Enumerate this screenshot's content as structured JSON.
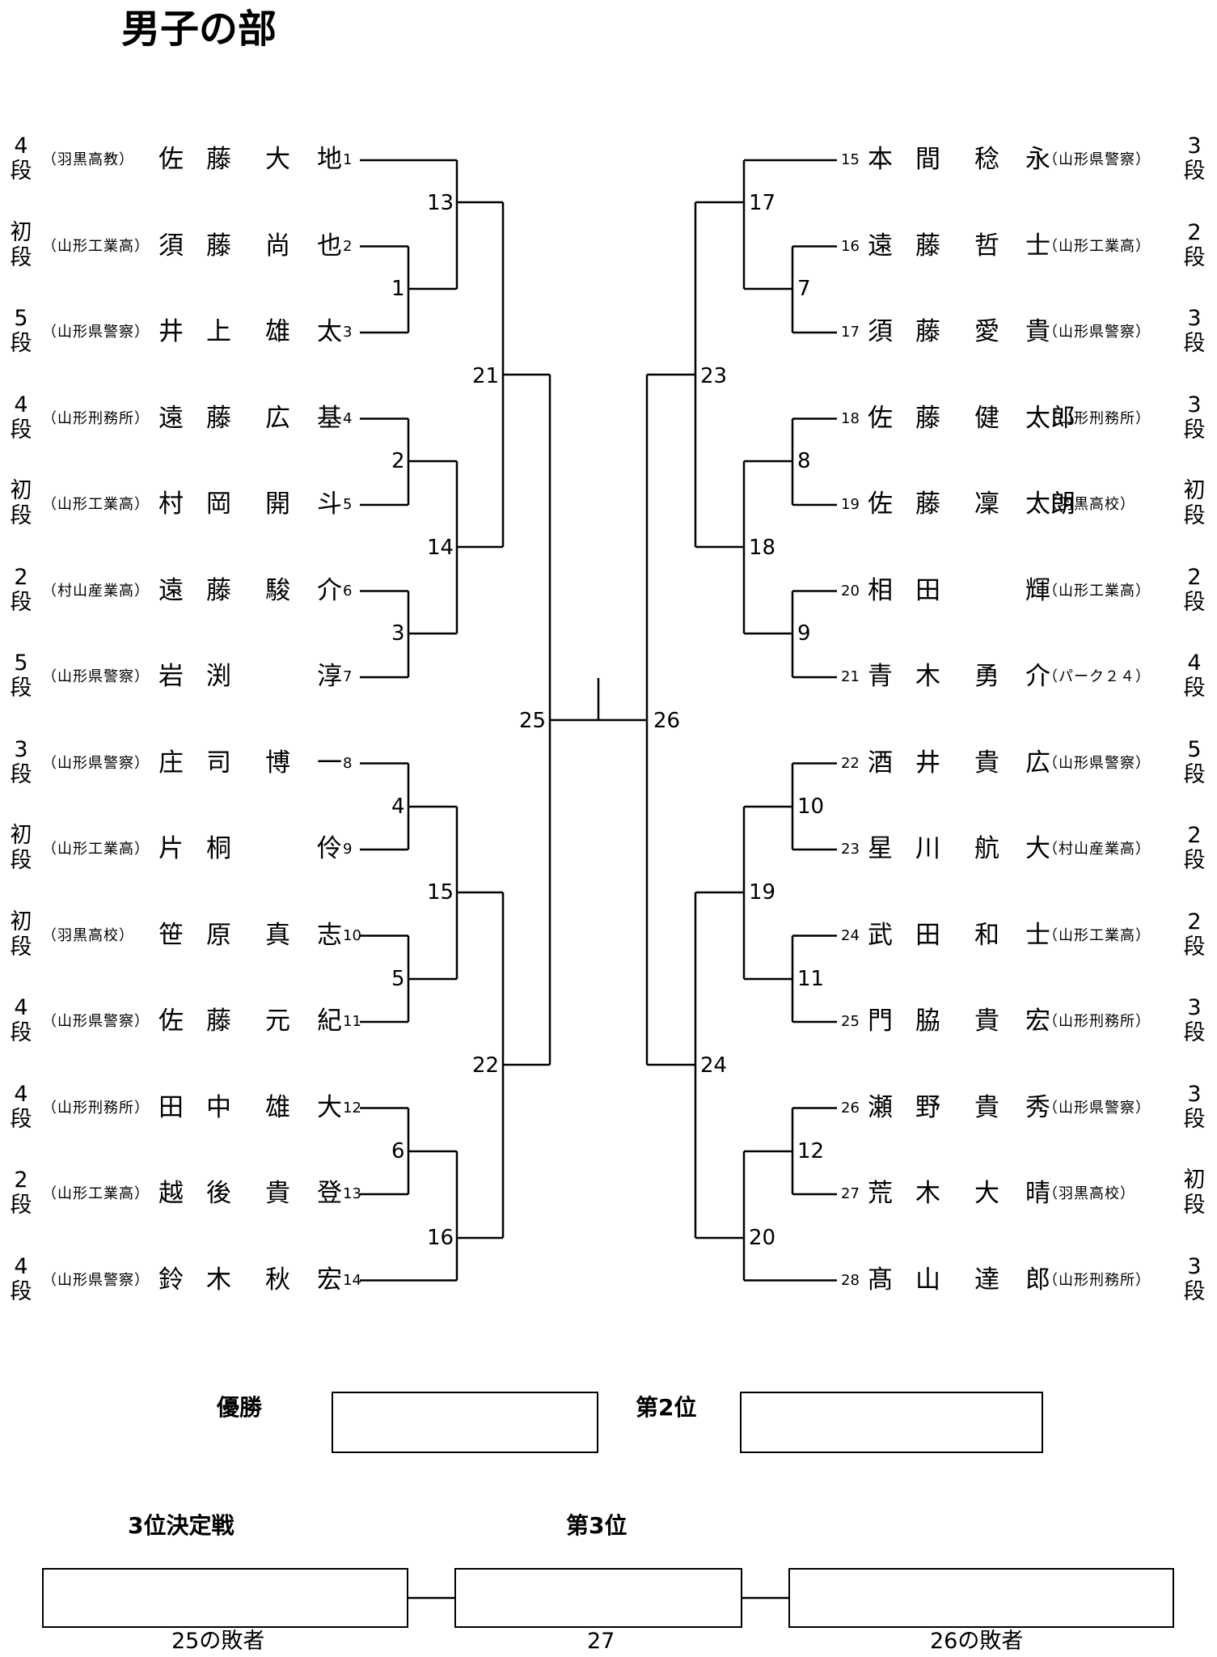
{
  "title": "男子の部",
  "left": [
    {
      "seed": "1",
      "rank": "4\n段",
      "aff": "（羽黒高教）",
      "name": [
        "佐",
        "藤",
        "大",
        "地"
      ]
    },
    {
      "seed": "2",
      "rank": "初\n段",
      "aff": "（山形工業高）",
      "name": [
        "須",
        "藤",
        "尚",
        "也"
      ]
    },
    {
      "seed": "3",
      "rank": "5\n段",
      "aff": "（山形県警察）",
      "name": [
        "井",
        "上",
        "雄",
        "太"
      ]
    },
    {
      "seed": "4",
      "rank": "4\n段",
      "aff": "（山形刑務所）",
      "name": [
        "遠",
        "藤",
        "広",
        "基"
      ]
    },
    {
      "seed": "5",
      "rank": "初\n段",
      "aff": "（山形工業高）",
      "name": [
        "村",
        "岡",
        "開",
        "斗"
      ]
    },
    {
      "seed": "6",
      "rank": "2\n段",
      "aff": "（村山産業高）",
      "name": [
        "遠",
        "藤",
        "駿",
        "介"
      ]
    },
    {
      "seed": "7",
      "rank": "5\n段",
      "aff": "（山形県警察）",
      "name": [
        "岩",
        "渕",
        "",
        "淳"
      ]
    },
    {
      "seed": "8",
      "rank": "3\n段",
      "aff": "（山形県警察）",
      "name": [
        "庄",
        "司",
        "博",
        "一"
      ]
    },
    {
      "seed": "9",
      "rank": "初\n段",
      "aff": "（山形工業高）",
      "name": [
        "片",
        "桐",
        "",
        "伶"
      ]
    },
    {
      "seed": "10",
      "rank": "初\n段",
      "aff": "（羽黒高校）",
      "name": [
        "笹",
        "原",
        "真",
        "志"
      ]
    },
    {
      "seed": "11",
      "rank": "4\n段",
      "aff": "（山形県警察）",
      "name": [
        "佐",
        "藤",
        "元",
        "紀"
      ]
    },
    {
      "seed": "12",
      "rank": "4\n段",
      "aff": "（山形刑務所）",
      "name": [
        "田",
        "中",
        "雄",
        "大"
      ]
    },
    {
      "seed": "13",
      "rank": "2\n段",
      "aff": "（山形工業高）",
      "name": [
        "越",
        "後",
        "貴",
        "登"
      ]
    },
    {
      "seed": "14",
      "rank": "4\n段",
      "aff": "（山形県警察）",
      "name": [
        "鈴",
        "木",
        "秋",
        "宏"
      ]
    }
  ],
  "right": [
    {
      "seed": "15",
      "rank": "3\n段",
      "aff": "（山形県警察）",
      "name": [
        "本",
        "間",
        "稔",
        "永"
      ]
    },
    {
      "seed": "16",
      "rank": "2\n段",
      "aff": "（山形工業高）",
      "name": [
        "遠",
        "藤",
        "哲",
        "士"
      ]
    },
    {
      "seed": "17",
      "rank": "3\n段",
      "aff": "（山形県警察）",
      "name": [
        "須",
        "藤",
        "愛",
        "貴"
      ]
    },
    {
      "seed": "18",
      "rank": "3\n段",
      "aff": "（山形刑務所）",
      "name": [
        "佐",
        "藤",
        "健",
        "太郎"
      ]
    },
    {
      "seed": "19",
      "rank": "初\n段",
      "aff": "（羽黒高校）",
      "name": [
        "佐",
        "藤",
        "凜",
        "太朗"
      ]
    },
    {
      "seed": "20",
      "rank": "2\n段",
      "aff": "（山形工業高）",
      "name": [
        "相",
        "田",
        "",
        "輝"
      ]
    },
    {
      "seed": "21",
      "rank": "4\n段",
      "aff": "（パーク２４）",
      "name": [
        "青",
        "木",
        "勇",
        "介"
      ]
    },
    {
      "seed": "22",
      "rank": "5\n段",
      "aff": "（山形県警察）",
      "name": [
        "酒",
        "井",
        "貴",
        "広"
      ]
    },
    {
      "seed": "23",
      "rank": "2\n段",
      "aff": "（村山産業高）",
      "name": [
        "星",
        "川",
        "航",
        "大"
      ]
    },
    {
      "seed": "24",
      "rank": "2\n段",
      "aff": "（山形工業高）",
      "name": [
        "武",
        "田",
        "和",
        "士"
      ]
    },
    {
      "seed": "25",
      "rank": "3\n段",
      "aff": "（山形刑務所）",
      "name": [
        "門",
        "脇",
        "貴",
        "宏"
      ]
    },
    {
      "seed": "26",
      "rank": "3\n段",
      "aff": "（山形県警察）",
      "name": [
        "瀬",
        "野",
        "貴",
        "秀"
      ]
    },
    {
      "seed": "27",
      "rank": "初\n段",
      "aff": "（羽黒高校）",
      "name": [
        "荒",
        "木",
        "大",
        "晴"
      ]
    },
    {
      "seed": "28",
      "rank": "3\n段",
      "aff": "（山形刑務所）",
      "name": [
        "髙",
        "山",
        "達",
        "郎"
      ]
    }
  ],
  "matches": [
    "1",
    "2",
    "3",
    "4",
    "5",
    "6",
    "7",
    "8",
    "9",
    "10",
    "11",
    "12",
    "13",
    "14",
    "15",
    "16",
    "17",
    "18",
    "19",
    "20",
    "21",
    "22",
    "23",
    "24",
    "25",
    "26"
  ],
  "results": {
    "winner_label": "優勝",
    "second_label": "第2位",
    "third_playoff_label": "3位決定戦",
    "third_label": "第3位",
    "loser25_label": "25の敗者",
    "match27_label": "27",
    "loser26_label": "26の敗者"
  }
}
